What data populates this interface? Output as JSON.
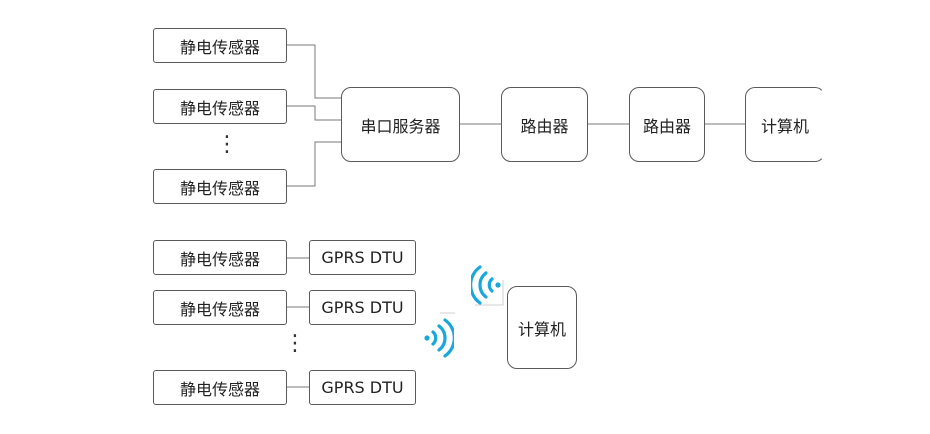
{
  "top_diagram": {
    "sensors": [
      "静电传感器",
      "静电传感器",
      "静电传感器"
    ],
    "ellipsis": "⋮",
    "serial_server": "串口服务器",
    "router_1": "路由器",
    "router_2": "路由器",
    "computer": "计算机"
  },
  "bottom_diagram": {
    "sensors": [
      "静电传感器",
      "静电传感器",
      "静电传感器"
    ],
    "dtus": [
      "GPRS DTU",
      "GPRS DTU",
      "GPRS DTU"
    ],
    "ellipsis": "⋮",
    "computer": "计算机"
  },
  "colors": {
    "wireless_icon": "#1aa7dc",
    "border": "#5a5a5a",
    "line": "#7a7a7a"
  },
  "icons": [
    "wireless-signal-icon",
    "wireless-signal-icon"
  ]
}
